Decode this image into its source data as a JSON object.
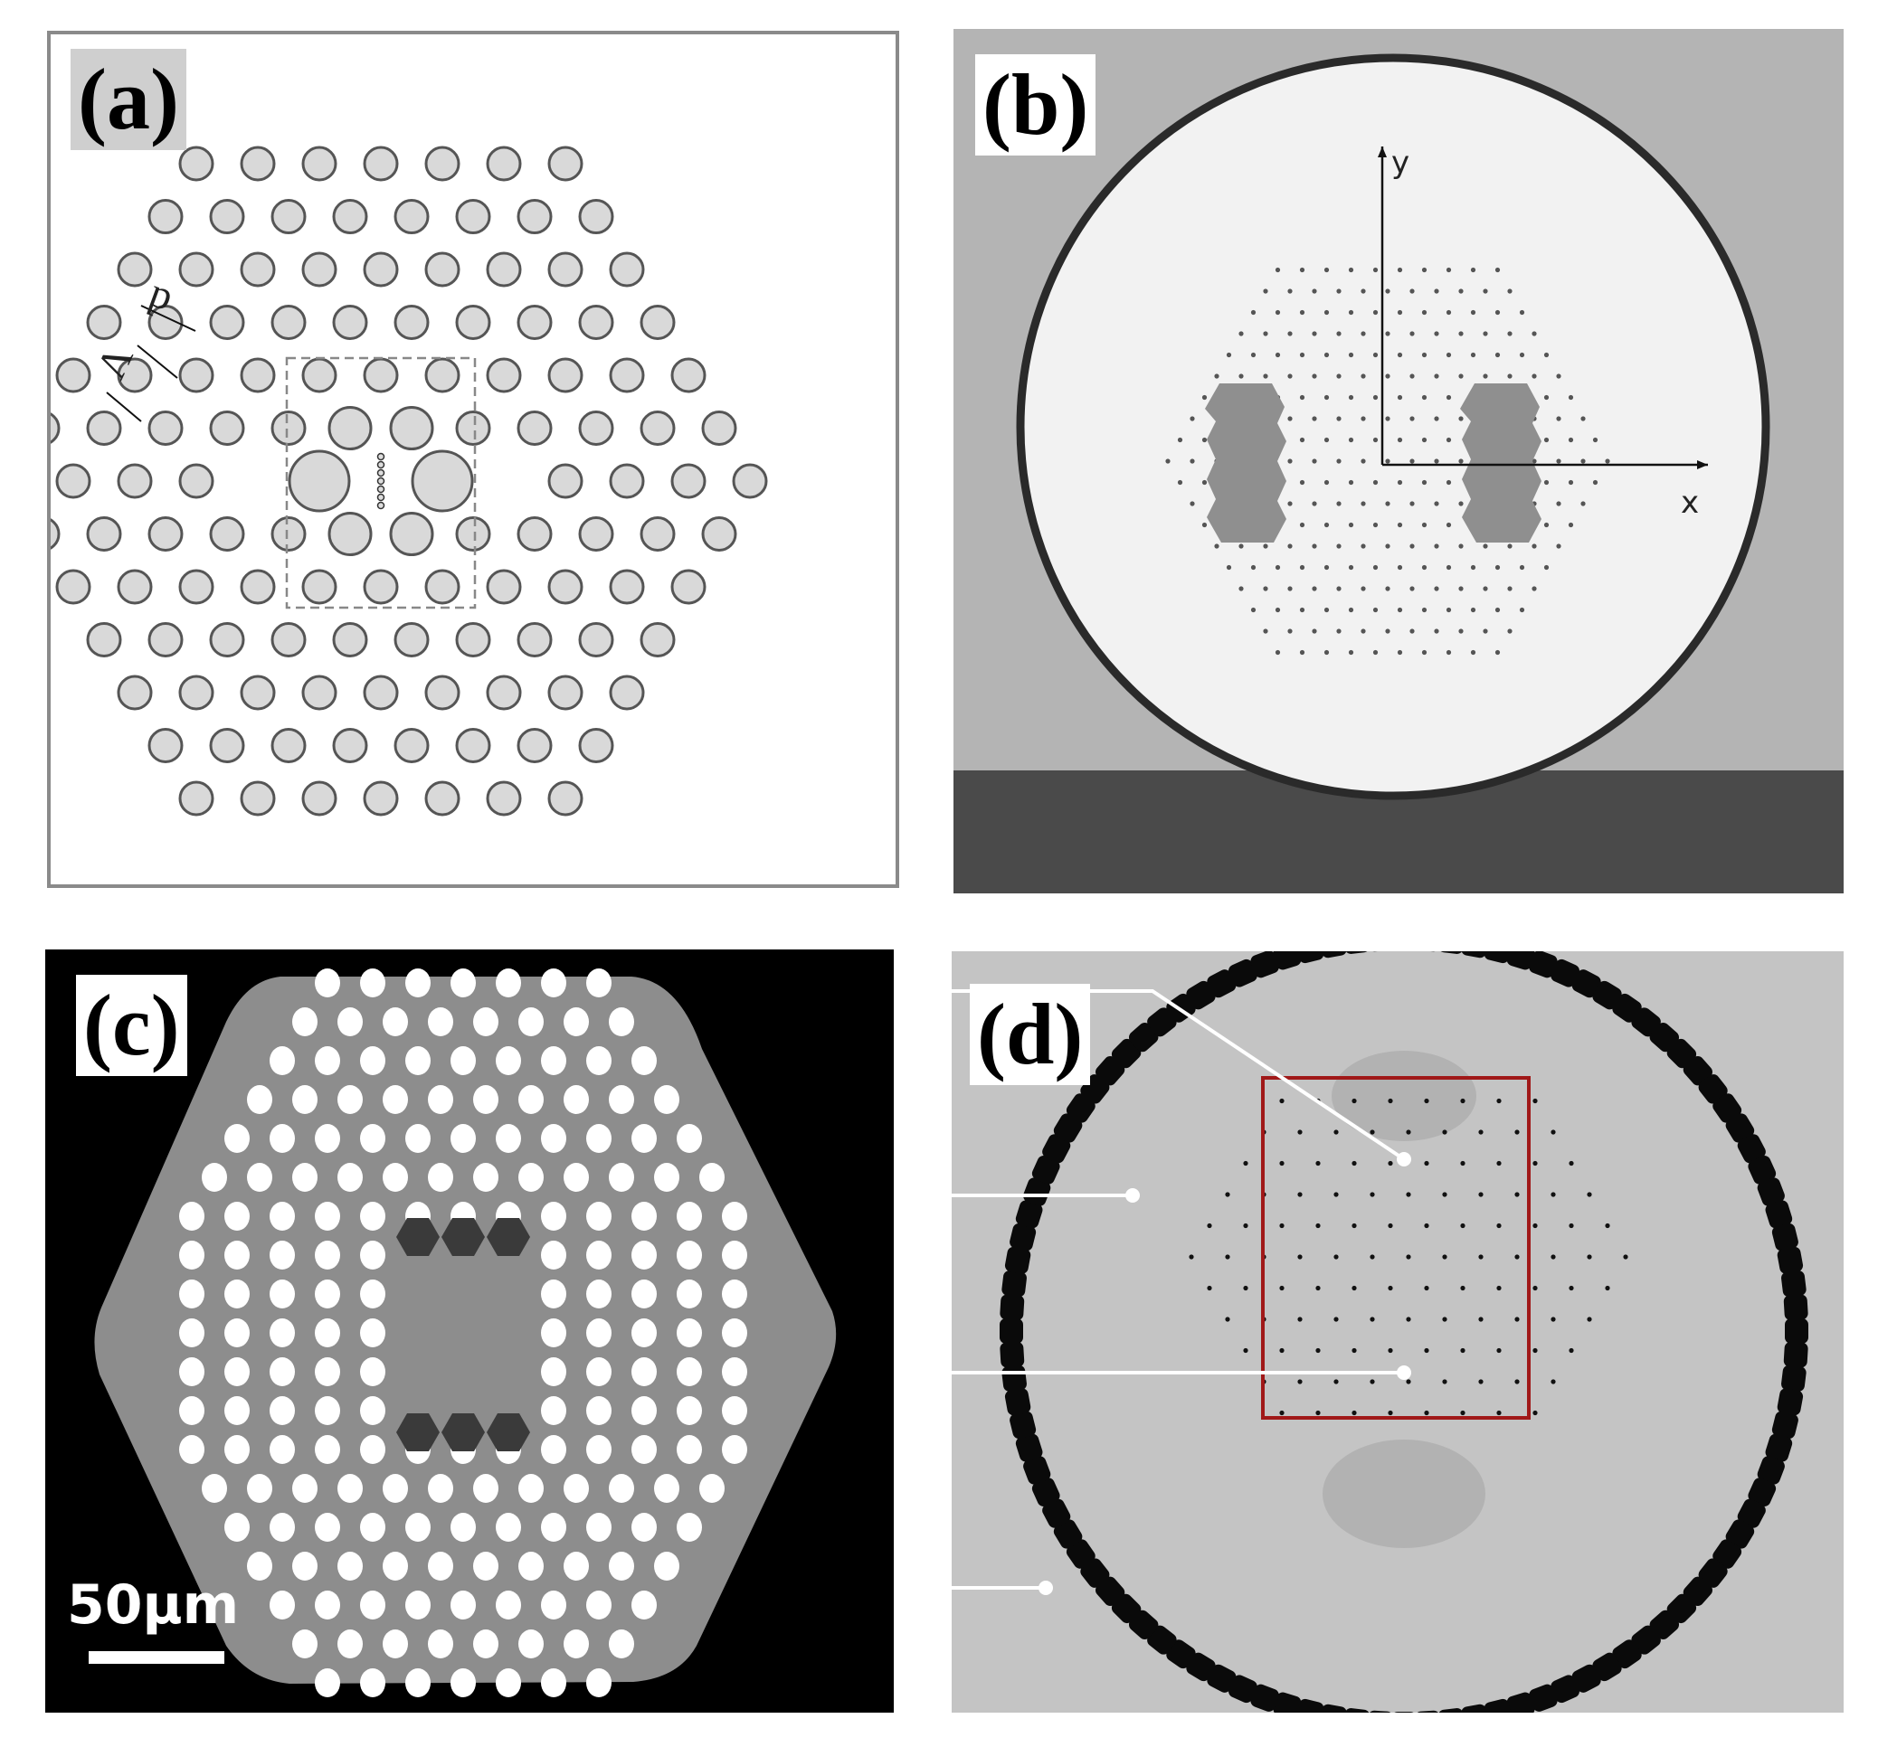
{
  "panels": {
    "a": {
      "label": "(a)",
      "annotations": {
        "d": "d",
        "lambda": "Λ"
      }
    },
    "b": {
      "label": "(b)",
      "axes": {
        "x": "x",
        "y": "y"
      }
    },
    "c": {
      "label": "(c)",
      "scale_bar": "50μm"
    },
    "d": {
      "label": "(d)"
    }
  },
  "colors": {
    "hole_fill": "#d9d9d9",
    "hole_stroke": "#555555",
    "dashed_box": "#888888",
    "red_box": "#a01818",
    "dark_air_holes": "#3a3a3a"
  }
}
